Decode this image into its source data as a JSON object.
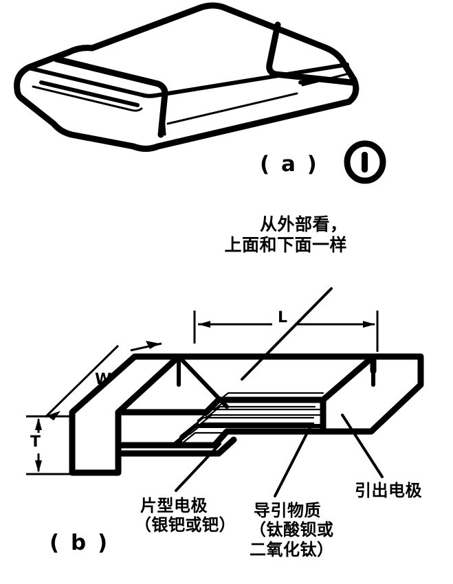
{
  "figure": {
    "number_badge": "1",
    "panel_a_label": "( a )",
    "panel_b_label": "( b )"
  },
  "annotations": {
    "top_note": {
      "line1": "从外部看，",
      "line2": "上面和下面一样"
    },
    "sheet_electrode": {
      "line1": "片型电极",
      "line2": "（银钯或钯）"
    },
    "dielectric": {
      "line1": "导引物质",
      "line2": "（钛酸钡或",
      "line3": "二氧化钛）"
    },
    "lead_electrode": {
      "line1": "引出电极"
    }
  },
  "dimensions": {
    "length": "L",
    "width": "W",
    "thickness": "T"
  },
  "colors": {
    "ink": "#000000",
    "paper": "#ffffff"
  }
}
